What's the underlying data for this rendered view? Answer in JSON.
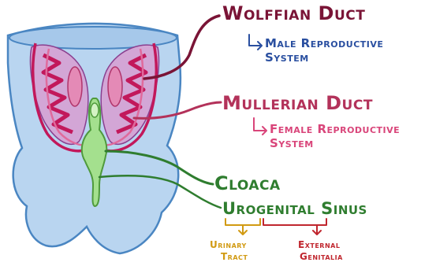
{
  "labels": {
    "wolffian": {
      "title": "Wolffian Duct",
      "sub_line1": "Male Reproductive",
      "sub_line2": "System"
    },
    "mullerian": {
      "title": "Mullerian Duct",
      "sub_line1": "Female Reproductive",
      "sub_line2": "System"
    },
    "cloaca": "Cloaca",
    "urogenital": {
      "part1": "Uro",
      "part2": "genital",
      "part3": " Sinus"
    },
    "urinary": {
      "line1": "Urinary",
      "line2": "Tract"
    },
    "external": {
      "line1": "External",
      "line2": "Genitalia"
    }
  },
  "colors": {
    "wolffian": "#7a1436",
    "mullerian": "#b3325a",
    "pink_sub": "#d9457a",
    "blue_sub": "#2a4fa0",
    "green": "#2f7d2f",
    "yellow": "#d19a12",
    "red": "#c0262e",
    "tissue": "#b9d5f0",
    "tissue_edge": "#4a86c2"
  }
}
